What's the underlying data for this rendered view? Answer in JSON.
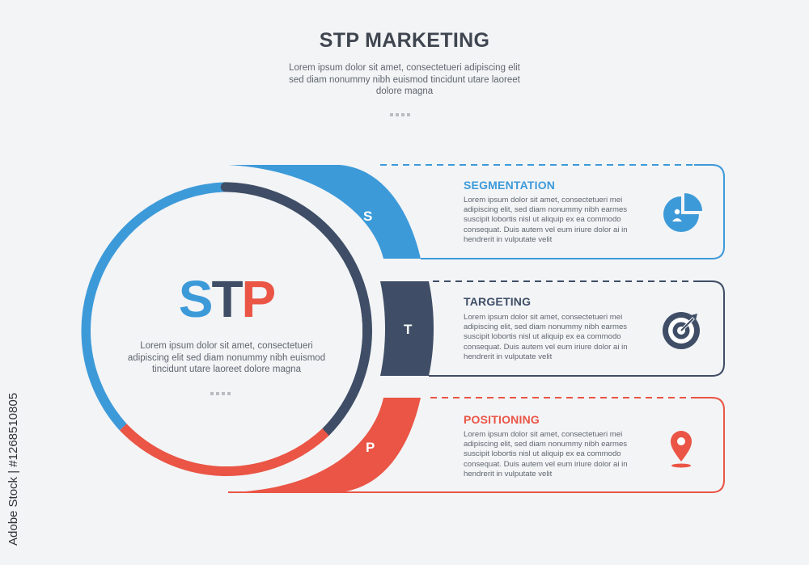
{
  "header": {
    "title": "STP MARKETING",
    "subtitle": "Lorem ipsum dolor sit amet, consectetueri adipiscing elit sed diam nonummy nibh euismod tincidunt utare laoreet dolore magna"
  },
  "center": {
    "letters": [
      "S",
      "T",
      "P"
    ],
    "text": "Lorem ipsum dolor sit amet, consectetueri adipiscing elit sed diam nonummy nibh euismod tincidunt utare laoreet dolore magna"
  },
  "rows": [
    {
      "letter": "S",
      "title": "SEGMENTATION",
      "text": "Lorem ipsum dolor sit amet, consectetueri mei adipiscing elit, sed diam nonummy nibh earmes suscipit lobortis nisl ut aliquip ex ea commodo consequat. Duis autem vel eum iriure dolor ai in hendrerit in vulputate velit",
      "icon": "pie-chart-user-icon",
      "color": "#3d9ad9"
    },
    {
      "letter": "T",
      "title": "TARGETING",
      "text": "Lorem ipsum dolor sit amet, consectetueri mei adipiscing elit, sed diam nonummy nibh earmes suscipit lobortis nisl ut aliquip ex ea commodo consequat. Duis autem vel eum iriure dolor ai in hendrerit in vulputate velit",
      "icon": "target-arrow-icon",
      "color": "#3f4e66"
    },
    {
      "letter": "P",
      "title": "POSITIONING",
      "text": "Lorem ipsum dolor sit amet, consectetueri mei adipiscing elit, sed diam nonummy nibh earmes suscipit lobortis nisl ut aliquip ex ea commodo consequat. Duis autem vel eum iriure dolor ai in hendrerit in vulputate velit",
      "icon": "map-pin-icon",
      "color": "#ea5545"
    }
  ],
  "watermark": "Adobe Stock | #1268510805"
}
